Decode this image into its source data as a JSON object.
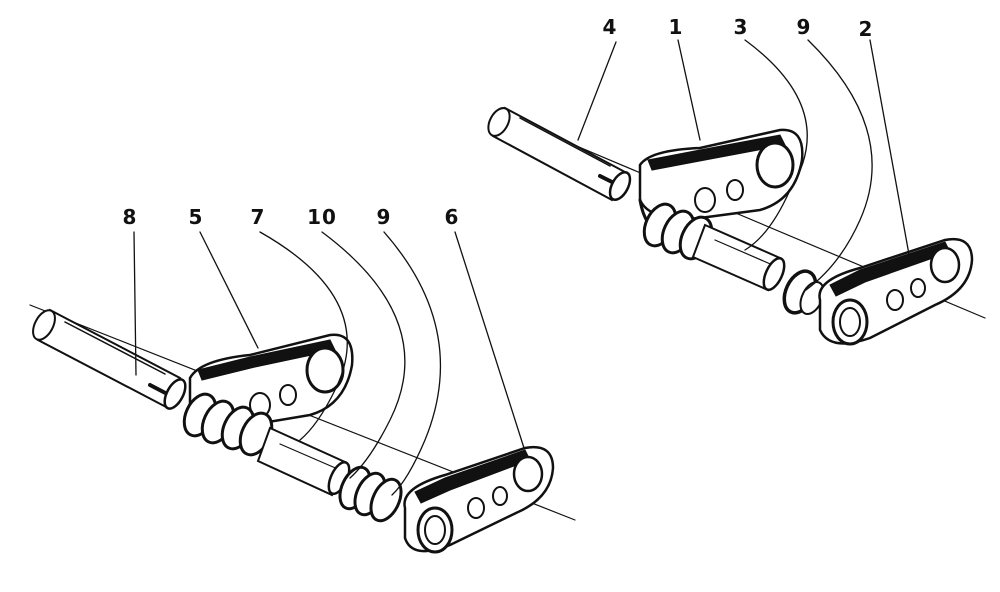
{
  "callouts": {
    "upper": [
      "4",
      "1",
      "3",
      "9",
      "2"
    ],
    "lower": [
      "8",
      "5",
      "7",
      "10",
      "9",
      "6"
    ]
  },
  "parts": {
    "upper": [
      "pin",
      "outer-link-left",
      "bushing",
      "seal-ring",
      "outer-link-right"
    ],
    "lower": [
      "pin",
      "link-left",
      "bushing",
      "seal-spring",
      "seal-ring",
      "link-right"
    ]
  }
}
